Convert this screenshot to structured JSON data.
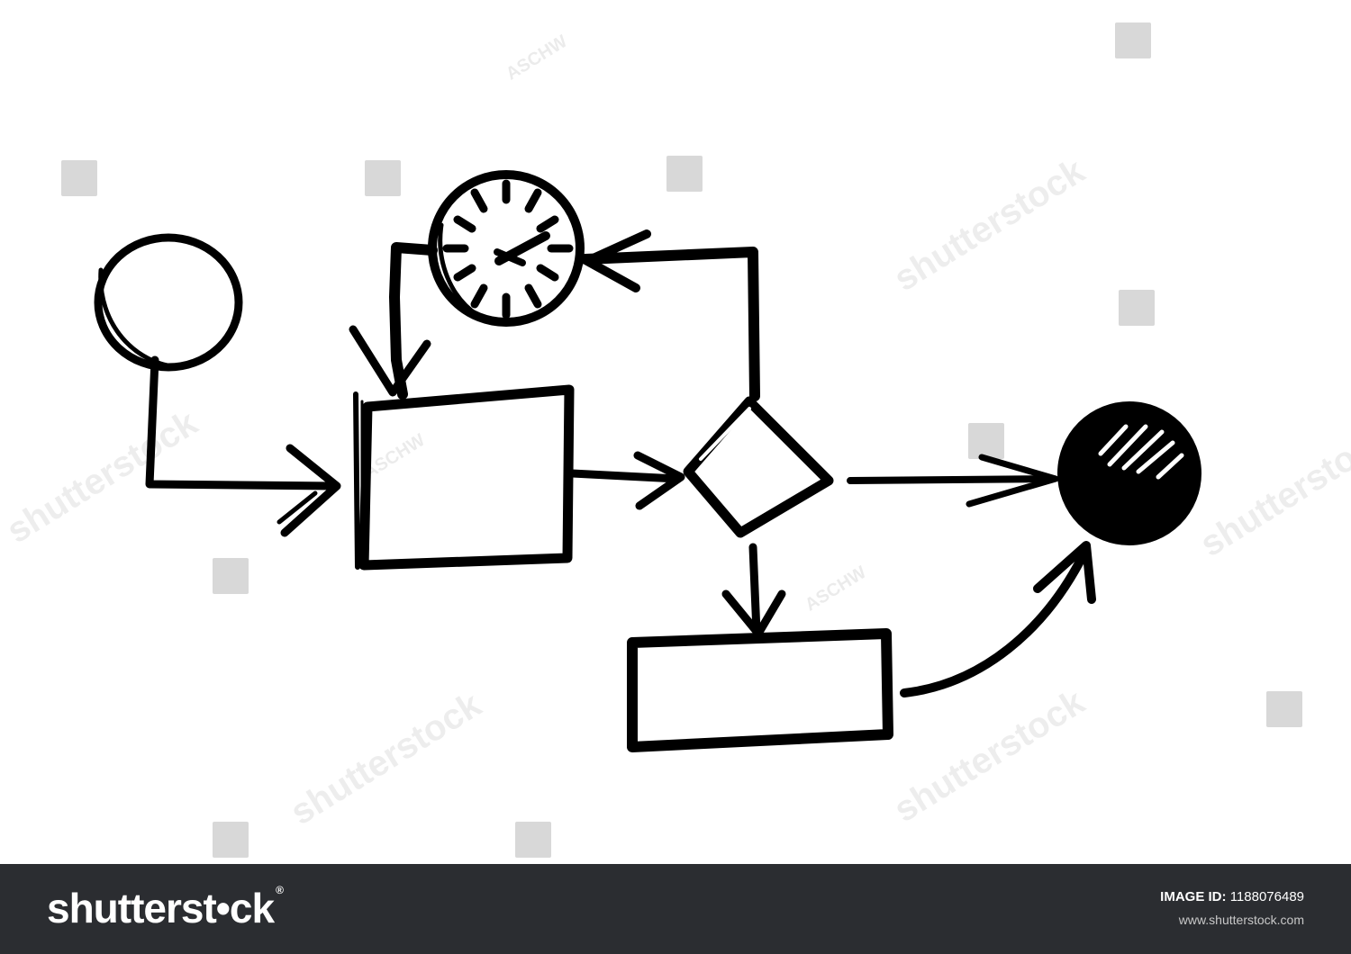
{
  "watermark": {
    "brand_text": "shutterstock",
    "author_tag": "ASCHW",
    "icon": "shutterstock-logo-icon"
  },
  "footer": {
    "brand": "shutterst•ck",
    "trademark": "®",
    "image_id_label": "IMAGE ID:",
    "image_id_value": "1188076489",
    "site_url": "www.shutterstock.com",
    "background_color": "#2b2d31"
  },
  "diagram": {
    "ink_color": "#000000",
    "nodes": [
      {
        "id": "start",
        "shape": "circle-open",
        "icon": "start-circle"
      },
      {
        "id": "process",
        "shape": "rectangle",
        "icon": "process-box"
      },
      {
        "id": "timer",
        "shape": "clock",
        "icon": "clock-icon"
      },
      {
        "id": "decision",
        "shape": "diamond",
        "icon": "decision-diamond"
      },
      {
        "id": "subprocess",
        "shape": "rectangle",
        "icon": "subprocess-box"
      },
      {
        "id": "end",
        "shape": "circle-filled",
        "icon": "end-circle"
      }
    ],
    "edges": [
      {
        "from": "start",
        "to": "process"
      },
      {
        "from": "timer",
        "to": "process"
      },
      {
        "from": "process",
        "to": "decision"
      },
      {
        "from": "decision",
        "to": "timer"
      },
      {
        "from": "decision",
        "to": "end"
      },
      {
        "from": "decision",
        "to": "subprocess"
      },
      {
        "from": "subprocess",
        "to": "end"
      }
    ]
  }
}
